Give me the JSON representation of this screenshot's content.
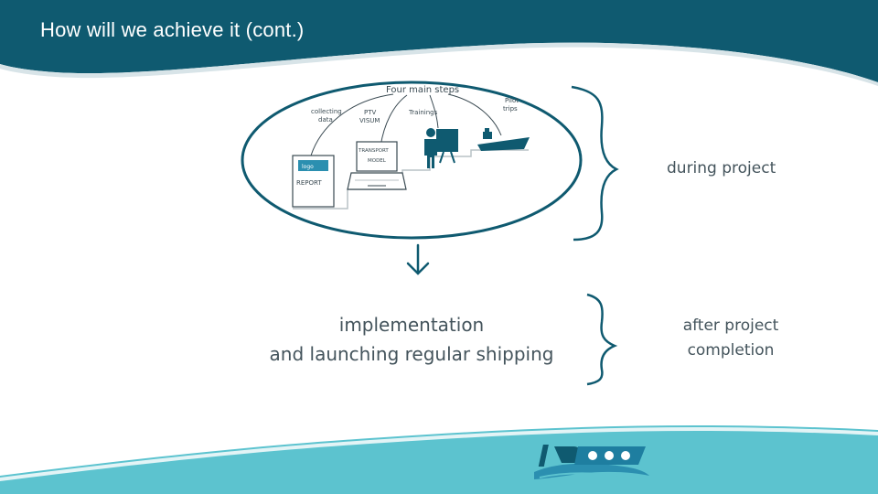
{
  "slide": {
    "title": "How will we achieve it (cont.)"
  },
  "diagram": {
    "ellipse_title": "Four main steps",
    "steps": [
      {
        "label_line1": "collecting",
        "label_line2": "data",
        "item_label": "REPORT"
      },
      {
        "label_line1": "PTV",
        "label_line2": "VISUM",
        "item_label_line1": "TRANSPORT",
        "item_label_line2": "MODEL"
      },
      {
        "label_line1": "Trainings"
      },
      {
        "label_line1": "Pilot",
        "label_line2": "trips"
      }
    ],
    "during_label": "during project",
    "outcome_line1": "implementation",
    "outcome_line2": "and launching regular shipping",
    "after_line1": "after project",
    "after_line2": "completion"
  },
  "colors": {
    "header_teal": "#0f5a70",
    "footer_light_teal": "#5cc3cf",
    "icon_teal": "#0f5a70",
    "text_grey": "#44545c"
  },
  "icons": [
    "report-icon",
    "laptop-icon",
    "trainer-icon",
    "ship-icon",
    "arrow-down-icon",
    "brace-icon",
    "logo-icon"
  ]
}
